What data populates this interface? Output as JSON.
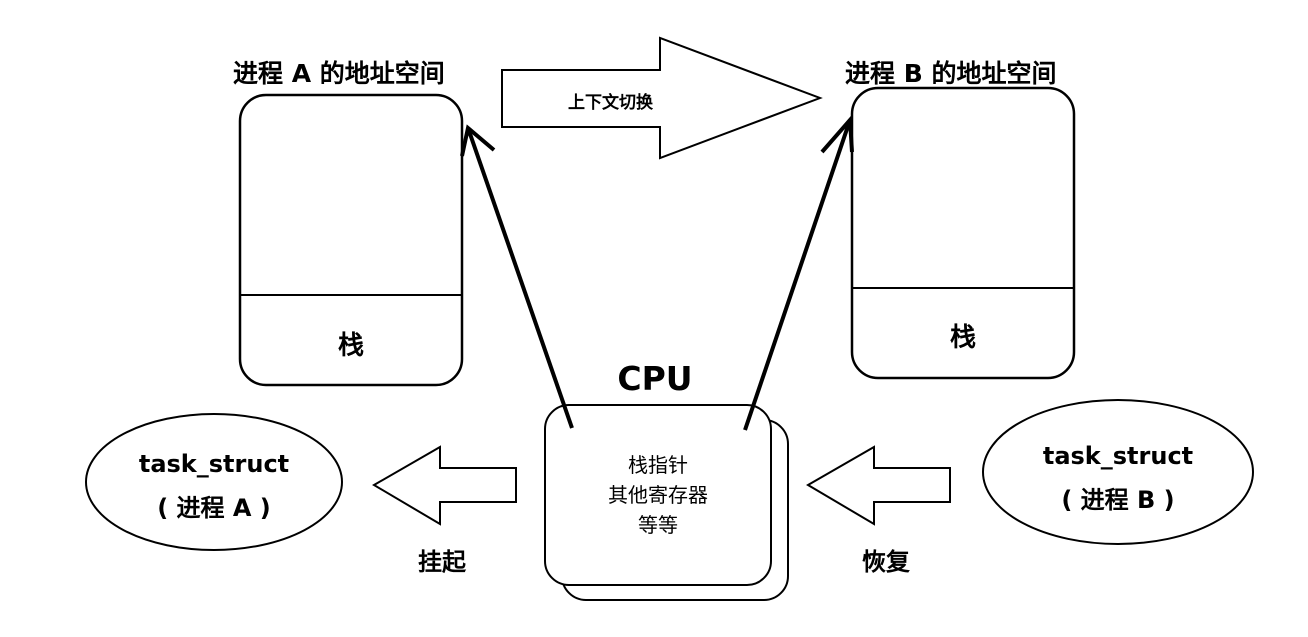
{
  "process_a": {
    "title": "进程 A 的地址空间",
    "stack_label": "栈"
  },
  "process_b": {
    "title": "进程 B 的地址空间",
    "stack_label": "栈"
  },
  "context_switch": {
    "label": "上下文切换"
  },
  "cpu": {
    "title": "CPU",
    "lines": [
      "栈指针",
      "其他寄存器",
      "等等"
    ]
  },
  "task_a": {
    "name": "task_struct",
    "sub": "( 进程 A )"
  },
  "task_b": {
    "name": "task_struct",
    "sub": "( 进程 B )"
  },
  "suspend": {
    "label": "挂起"
  },
  "resume": {
    "label": "恢复"
  },
  "colors": {
    "stroke": "#000000",
    "fill": "#ffffff"
  }
}
